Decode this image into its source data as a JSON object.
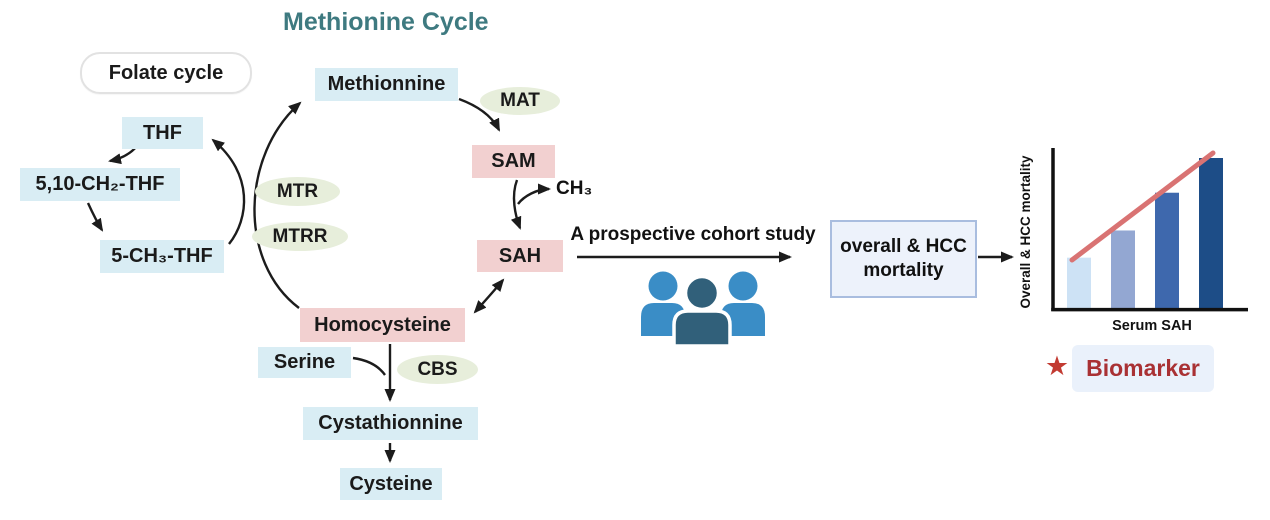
{
  "title": "Methionine Cycle",
  "folate": {
    "label": "Folate cycle"
  },
  "metabolites": {
    "thf": "THF",
    "ch2_thf": "5,10-CH₂-THF",
    "ch3_thf": "5-CH₃-THF",
    "methionine": "Methionnine",
    "sam": "SAM",
    "ch3": "CH₃",
    "sah": "SAH",
    "homocysteine": "Homocysteine",
    "serine": "Serine",
    "cystathionine": "Cystathionnine",
    "cysteine": "Cysteine"
  },
  "enzymes": {
    "mat": "MAT",
    "mtr": "MTR",
    "mtrr": "MTRR",
    "cbs": "CBS"
  },
  "study": {
    "label": "A prospective cohort study",
    "outcome": "overall & HCC mortality",
    "people_icon": "people-group-icon"
  },
  "biomarker": {
    "label": "Biomarker",
    "icon": "star-icon"
  },
  "colors": {
    "title_teal": "#3e7a80",
    "metabolite_blue": "#d9edf4",
    "metabolite_pink": "#f2d0d0",
    "enzyme_green": "#e7eedb",
    "arrow_black": "#1c1c1c",
    "people_light_blue": "#3a8dc6",
    "people_dark_blue": "#31607a",
    "outcome_box_fill": "#edf2fb",
    "outcome_box_border": "#a9bddf",
    "biomarker_chip_bg": "#eaf1fb",
    "biomarker_text_red": "#a93134",
    "star_red": "#c23b32"
  },
  "chart_data": {
    "type": "bar",
    "title": "",
    "xlabel": "Serum SAH",
    "ylabel": "Overall & HCC mortality",
    "categories": [
      "",
      "",
      "",
      ""
    ],
    "values": [
      34,
      52,
      77,
      100
    ],
    "ylim": [
      0,
      100
    ],
    "value_note": "no numeric axis ticks shown; values are relative bar heights",
    "bar_colors": [
      "#cde2f5",
      "#93a7d2",
      "#3e68ad",
      "#1d4d87"
    ],
    "grid": false,
    "legend": false,
    "trend_line": {
      "show": true,
      "color": "#d97373",
      "direction": "increasing"
    }
  }
}
